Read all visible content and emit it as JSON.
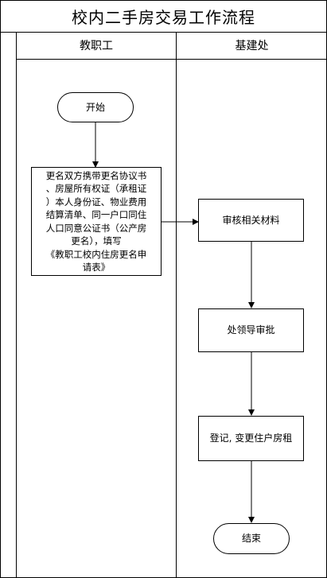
{
  "title": "校内二手房交易工作流程",
  "lanes": [
    "教职工",
    "基建处"
  ],
  "nodes": {
    "start": "开始",
    "submit": "更名双方携带更名协议书\n、房屋所有权证（承租证\n）本人身份证、物业费用\n结算清单、同一户口同住\n人口同意公证书（公产房\n更名），填写\n《教职工校内住房更名申\n请表》",
    "review": "审核相关材料",
    "approve": "处领导审批",
    "register": "登记, 变更住户房租",
    "end": "结束"
  }
}
